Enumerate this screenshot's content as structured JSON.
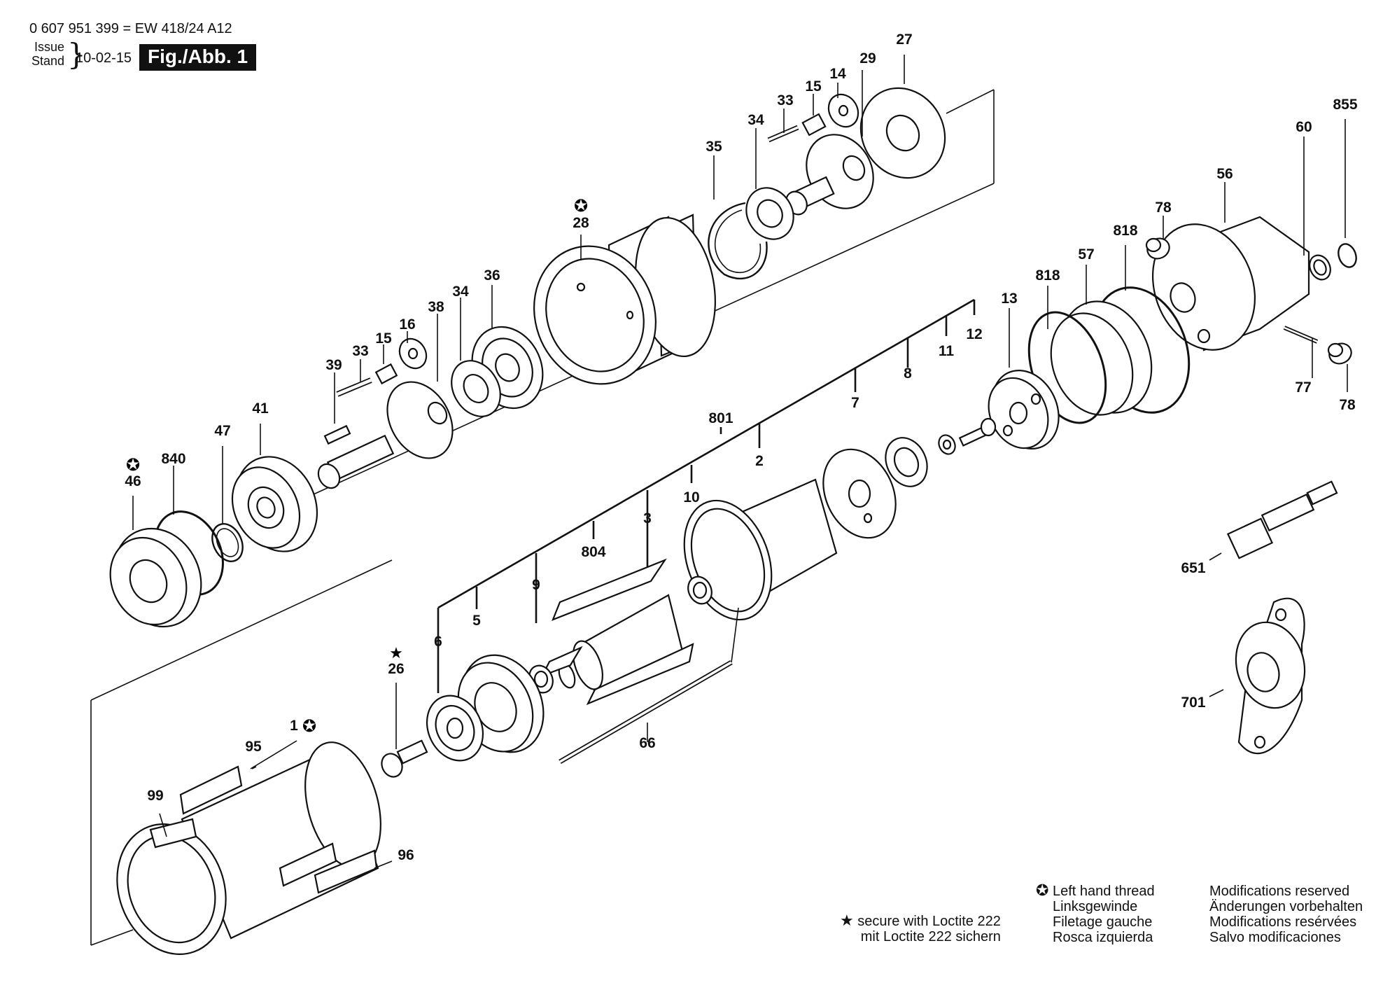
{
  "header": {
    "part_number": "0 607 951 399  =  EW 418/24 A12",
    "issue_label": "Issue",
    "stand_label": "Stand",
    "date": "10-02-15",
    "figure_label": "Fig./Abb. 1"
  },
  "legend": {
    "left_hand_thread": [
      "Left hand thread",
      "Linksgewinde",
      "Filetage gauche",
      "Rosca izquierda"
    ],
    "loctite": [
      "secure with Loctite 222",
      "mit Loctite 222 sichern"
    ],
    "modifications": [
      "Modifications reserved",
      "Änderungen vorbehalten",
      "Modifications resérvées",
      "Salvo modificaciones"
    ],
    "left_hand_symbol": "✪",
    "loctite_symbol": "★"
  },
  "part_labels": {
    "p27": "27",
    "p29": "29",
    "p14": "14",
    "p15a": "15",
    "p33a": "33",
    "p34a": "34",
    "p35": "35",
    "p28": "28",
    "p36": "36",
    "p34b": "34",
    "p38": "38",
    "p16": "16",
    "p15b": "15",
    "p33b": "33",
    "p39": "39",
    "p41": "41",
    "p47": "47",
    "p840": "840",
    "p46": "46",
    "p855": "855",
    "p60": "60",
    "p56": "56",
    "p78a": "78",
    "p818a": "818",
    "p57": "57",
    "p818b": "818",
    "p13": "13",
    "p12": "12",
    "p11": "11",
    "p8": "8",
    "p7": "7",
    "p801": "801",
    "p2": "2",
    "p10": "10",
    "p3": "3",
    "p804": "804",
    "p9": "9",
    "p5": "5",
    "p6": "6",
    "p26": "26",
    "p1": "1",
    "p95": "95",
    "p99": "99",
    "p96": "96",
    "p66": "66",
    "p77": "77",
    "p78b": "78",
    "p651": "651",
    "p701": "701"
  }
}
